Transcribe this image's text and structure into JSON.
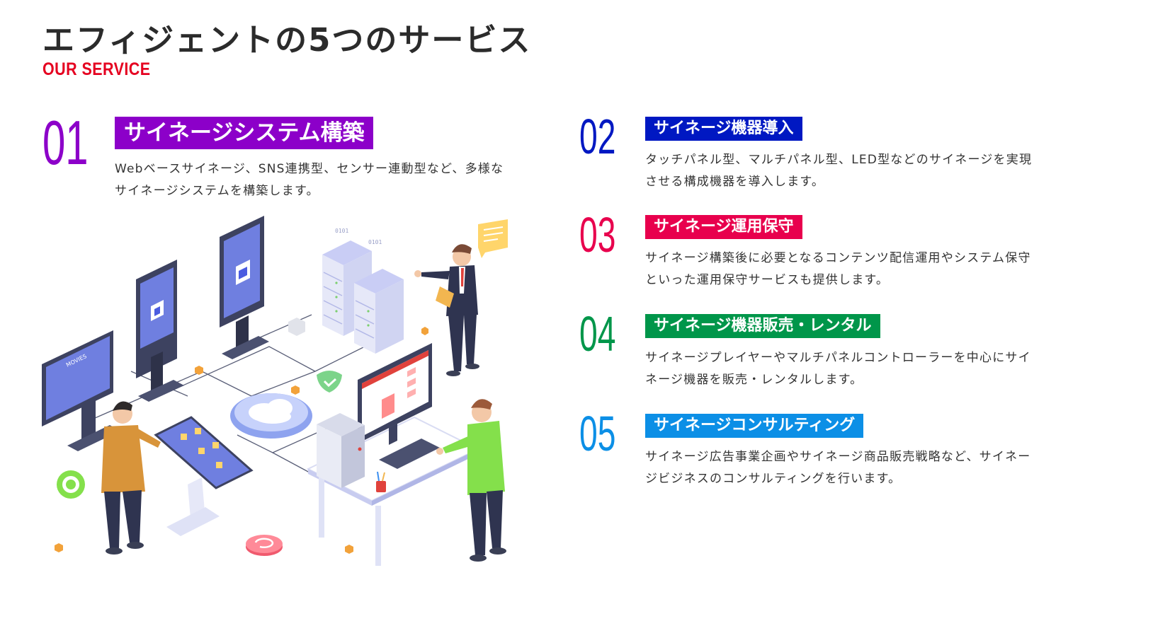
{
  "header": {
    "title": "エフィジェントの5つのサービス",
    "subtitle": "OUR SERVICE"
  },
  "services": [
    {
      "number": "01",
      "label": "サイネージシステム構築",
      "color": "#8c00c9",
      "desc_lines": [
        "Webベースサイネージ、SNS連携型、センサー連動型など、多様な",
        "サイネージシステムを構築します。"
      ]
    },
    {
      "number": "02",
      "label": "サイネージ機器導入",
      "color": "#0018c2",
      "desc_lines": [
        "タッチパネル型、マルチパネル型、LED型などのサイネージを実現",
        "させる構成機器を導入します。"
      ]
    },
    {
      "number": "03",
      "label": "サイネージ運用保守",
      "color": "#e8004d",
      "desc_lines": [
        "サイネージ構築後に必要となるコンテンツ配信運用やシステム保守",
        "といった運用保守サービスも提供します。"
      ]
    },
    {
      "number": "04",
      "label": "サイネージ機器販売・レンタル",
      "color": "#00964a",
      "desc_lines": [
        "サイネージプレイヤーやマルチパネルコントローラーを中心にサイ",
        "ネージ機器を販売・レンタルします。"
      ]
    },
    {
      "number": "05",
      "label": "サイネージコンサルティング",
      "color": "#0c8fe6",
      "desc_lines": [
        "サイネージ広告事業企画やサイネージ商品販売戦略など、サイネー",
        "ジビジネスのコンサルティングを行います。"
      ]
    }
  ],
  "illustration": {
    "screen_text": "MOVIES",
    "binary_text": "0101"
  }
}
